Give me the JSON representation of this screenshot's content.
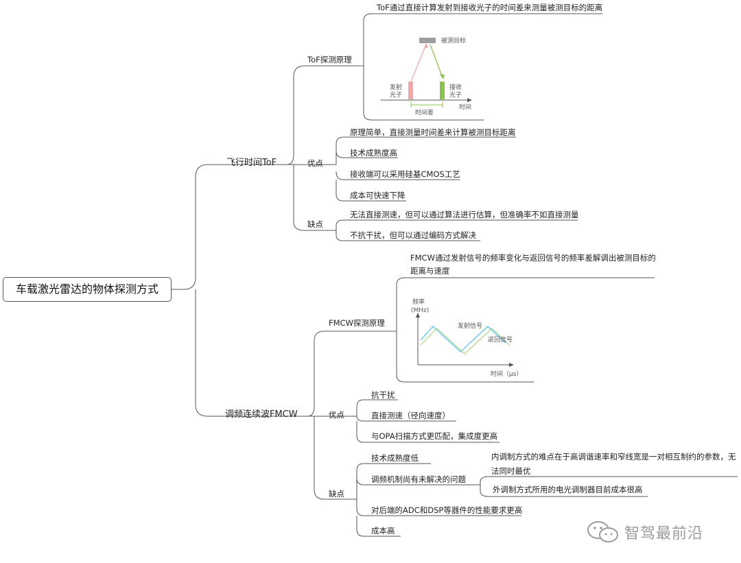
{
  "root": "车载激光雷达的物体探测方式",
  "tof": {
    "label": "飞行时间ToF",
    "principle": {
      "label": "ToF探测原理",
      "desc": "ToF通过直接计算发射到接收光子的时间差来测量被测目标的距离",
      "figure": {
        "target_label": "被测目标",
        "emit_label_1": "发射",
        "emit_label_2": "光子",
        "recv_label_1": "接收",
        "recv_label_2": "光子",
        "time_axis": "时间",
        "time_diff": "时间差"
      }
    },
    "pros_label": "优点",
    "pros": [
      "原理简单，直接测量时间差来计算被测目标距离",
      "技术成熟度高",
      "接收端可以采用硅基CMOS工艺",
      "成本可快速下降"
    ],
    "cons_label": "缺点",
    "cons": [
      "无法直接测速，但可以通过算法进行估算，但准确率不如直接测量",
      "不抗干扰，但可以通过编码方式解决"
    ]
  },
  "fmcw": {
    "label": "调频连续波FMCW",
    "principle": {
      "label": "FMCW探测原理",
      "desc_1": "FMCW通过发射信号的频率变化与返回信号的频率差解调出被测目标的",
      "desc_2": "距离与速度",
      "figure": {
        "y_label_1": "频率",
        "y_label_2": "(MHz)",
        "x_label": "时间（μs）",
        "tx_label": "发射信号",
        "rx_label": "返回信号"
      }
    },
    "pros_label": "优点",
    "pros": [
      "抗干扰",
      "直接测速（径向速度）",
      "与OPA扫描方式更匹配，集成度更高"
    ],
    "cons_label": "缺点",
    "cons": {
      "item1": "技术成熟度低",
      "item2": "调频机制尚有未解决的问题",
      "item2_sub1": "内调制方式的难点在于高调谐速率和窄线宽是一对相互制约的参数，无法同时最优",
      "item2_sub2": "外调制方式所用的电光调制器目前成本很高",
      "item3": "对后端的ADC和DSP等器件的性能要求更高",
      "item4": "成本高"
    }
  },
  "watermark": "智驾最前沿",
  "colors": {
    "line": "#555555",
    "emit_bar": "#f4a6a6",
    "recv_bar": "#8bc34a",
    "target_bar": "#9e9e9e",
    "tx_wave": "#4fc3f7",
    "rx_wave": "#aed581"
  }
}
